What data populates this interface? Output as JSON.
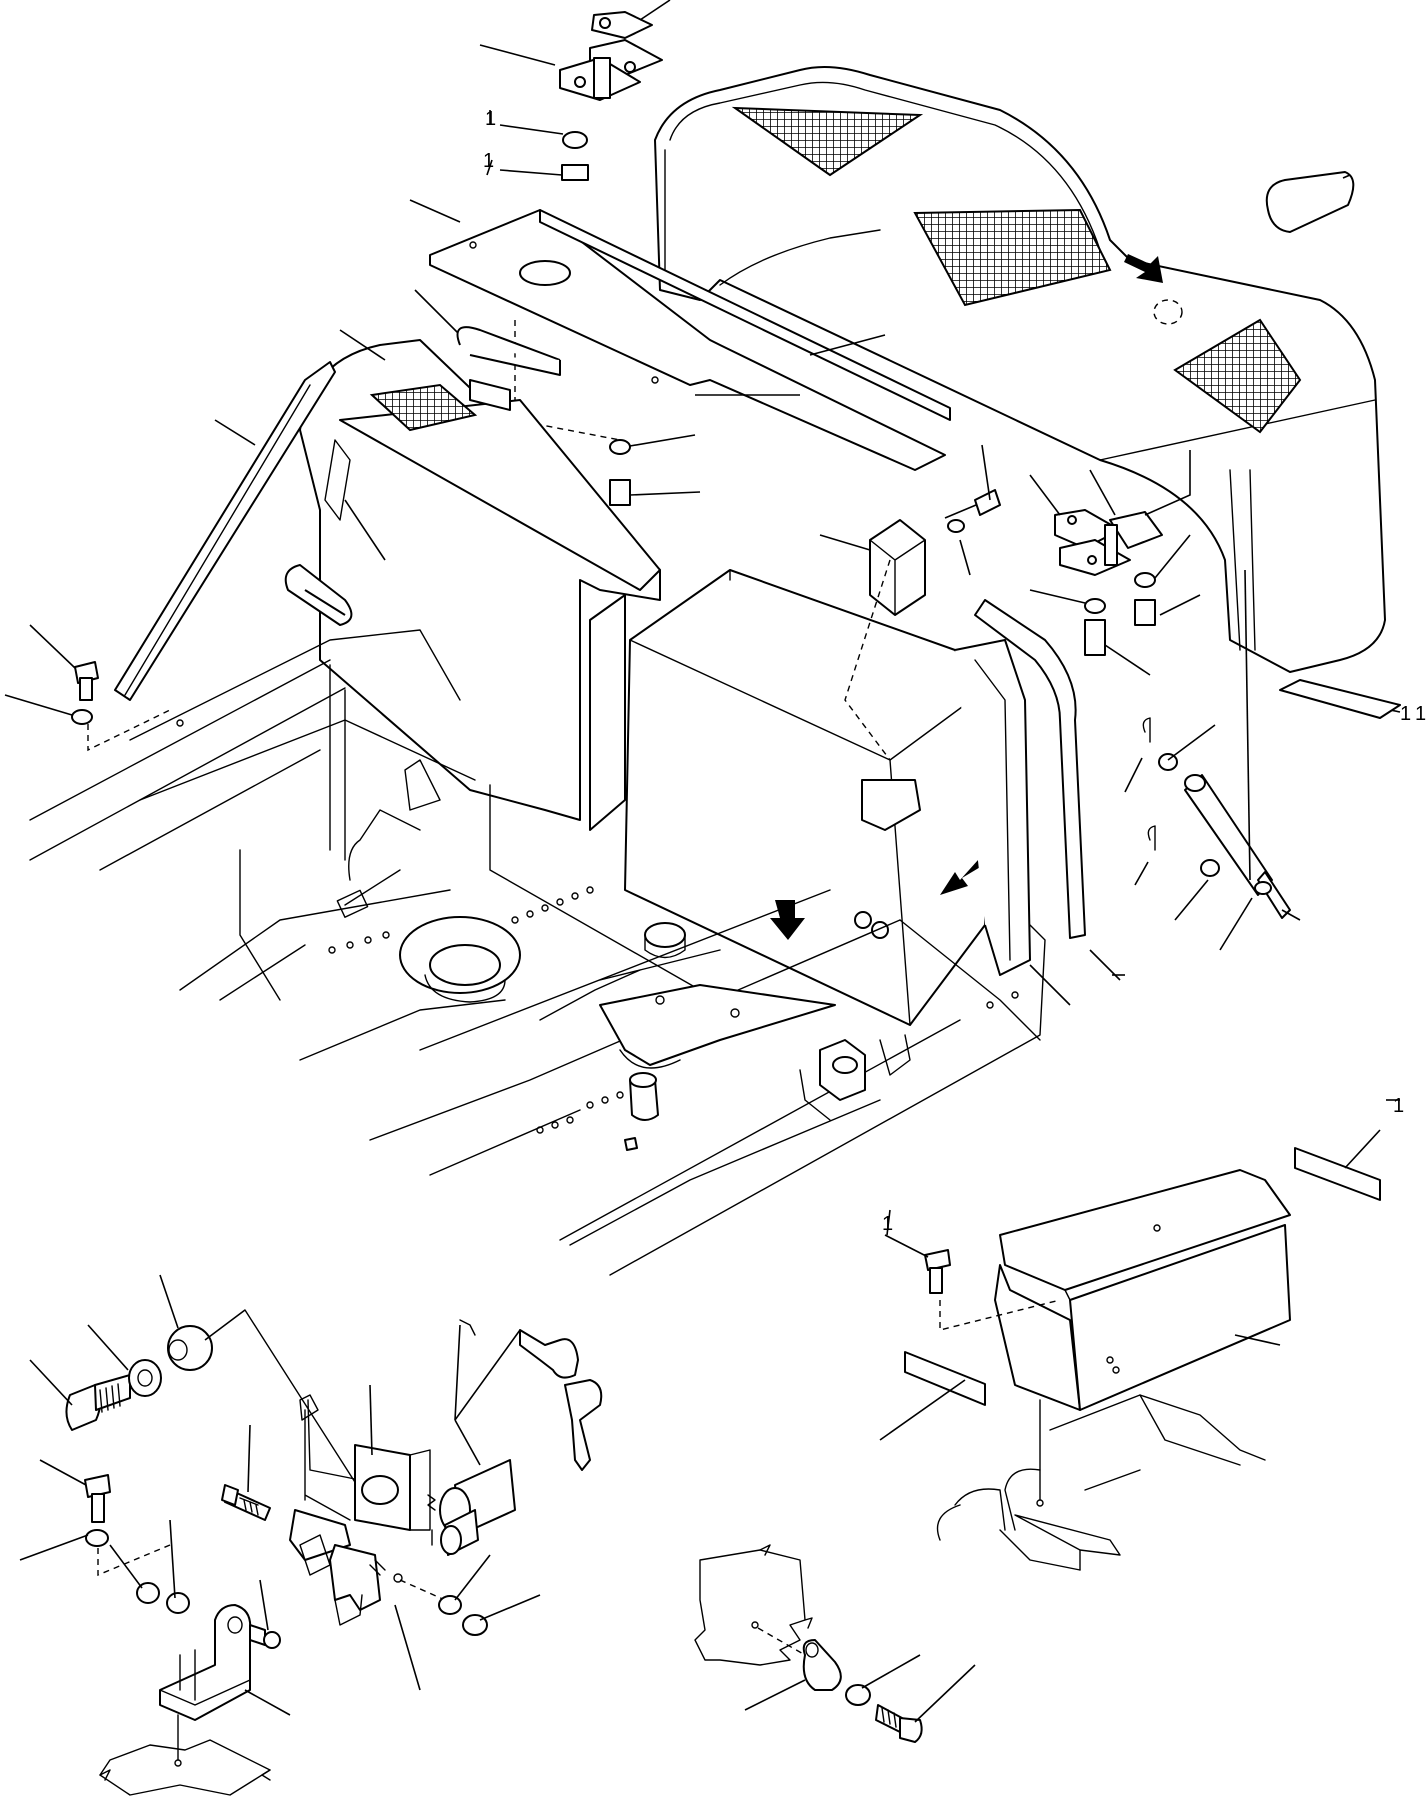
{
  "diagram": {
    "type": "exploded-parts-view",
    "labels": [
      {
        "id": "screw-top-1",
        "text": "1"
      },
      {
        "id": "screw-top-2",
        "text": "1"
      },
      {
        "id": "bolt-right",
        "text": "1"
      },
      {
        "id": "bar-right-top",
        "text": "1"
      },
      {
        "id": "seal-strip-right",
        "text": "1"
      },
      {
        "id": "seal-strip-top-right",
        "text": "1"
      }
    ]
  }
}
